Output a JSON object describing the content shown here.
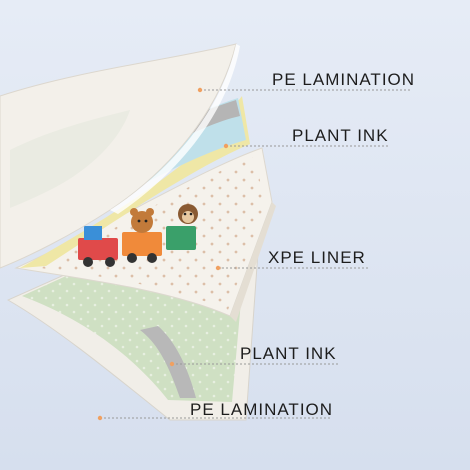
{
  "colors": {
    "background": "#dde5f2",
    "lamination": "#f2efe8",
    "ink_print": "#efe7a6",
    "xpe_liner": "#f5f3ee",
    "bottom_print": "#cfe0c3",
    "leader_line": "#999999",
    "leader_dot": "#f0a060"
  },
  "layers": [
    {
      "id": "pe-lamination-top",
      "label": "PE LAMINATION"
    },
    {
      "id": "plant-ink-top",
      "label": "PLANT INK"
    },
    {
      "id": "xpe-liner",
      "label": "XPE LINER"
    },
    {
      "id": "plant-ink-bottom",
      "label": "PLANT INK"
    },
    {
      "id": "pe-lamination-bottom",
      "label": "PE LAMINATION"
    }
  ],
  "icons": [
    "bear-icon",
    "monkey-icon",
    "train-icon",
    "road-icon"
  ]
}
